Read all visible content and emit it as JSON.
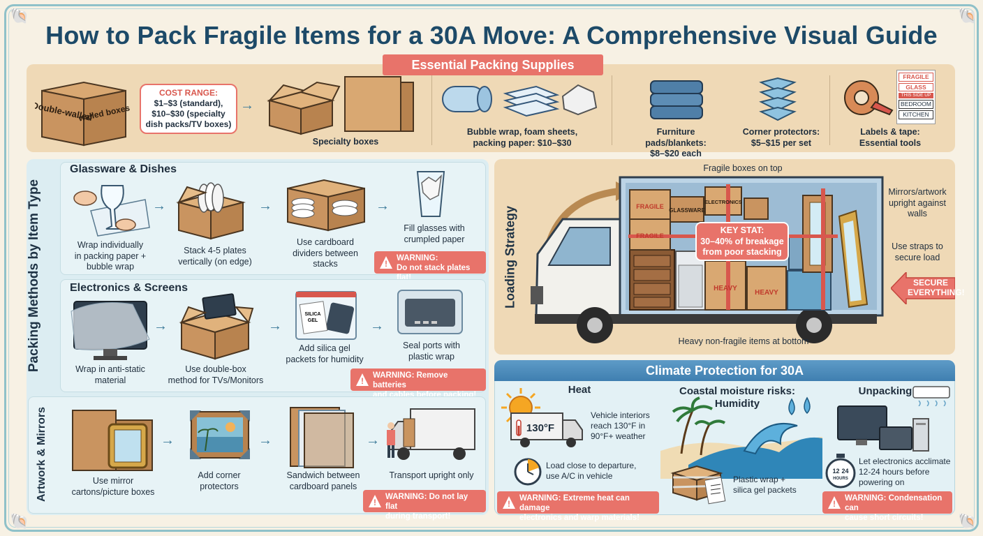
{
  "title": "How to Pack Fragile Items for a 30A Move: A Comprehensive Visual Guide",
  "colors": {
    "accent": "#e8736a",
    "navy": "#1d4a68",
    "panel_blue": "#dcedf2",
    "panel_sand": "#efd9b6",
    "climate_header": "#4a8bbb"
  },
  "supplies": {
    "banner": "Essential Packing Supplies",
    "box_label_left": "Double-walled",
    "box_label_right": "walled boxes",
    "cost": {
      "heading": "COST RANGE:",
      "line1": "$1–$3 (standard),",
      "line2": "$10–$30 (specialty",
      "line3": "dish packs/TV boxes)"
    },
    "specialty_boxes": "Specialty boxes",
    "wrap": [
      "Bubble wrap, foam sheets,",
      "packing paper: $10–$30"
    ],
    "pads": [
      "Furniture pads/blankets:",
      "$8–$20 each"
    ],
    "corners": [
      "Corner protectors:",
      "$5–$15 per set"
    ],
    "labels": [
      "Labels & tape:",
      "Essential tools"
    ],
    "label_card": [
      "FRAGILE",
      "GLASS",
      "THIS SIDE UP",
      "BEDROOM",
      "KITCHEN"
    ]
  },
  "packing": {
    "side_title": "Packing Methods by Item Type",
    "glassware": {
      "title": "Glassware & Dishes",
      "steps": [
        [
          "Wrap individually",
          "in packing paper +",
          "bubble wrap"
        ],
        [
          "Stack 4-5 plates",
          "vertically (on edge)"
        ],
        [
          "Use cardboard",
          "dividers between",
          "stacks"
        ],
        [
          "Fill glasses with",
          "crumpled paper"
        ]
      ],
      "warning": [
        "WARNING:",
        "Do not stack plates flat!"
      ]
    },
    "electronics": {
      "title": "Electronics & Screens",
      "steps": [
        [
          "Wrap in anti-static",
          "material"
        ],
        [
          "Use double-box",
          "method for TVs/Monitors"
        ],
        [
          "Add silica gel",
          "packets for humidity"
        ],
        [
          "Seal ports with",
          "plastic wrap"
        ]
      ],
      "warning": [
        "WARNING: Remove batteries",
        "and cables before packing!"
      ],
      "silica_tag": [
        "SILICA",
        "GEL"
      ]
    },
    "artwork": {
      "title": "Artwork & Mirrors",
      "steps": [
        [
          "Use mirror",
          "cartons/picture boxes"
        ],
        [
          "Add corner",
          "protectors"
        ],
        [
          "Sandwich between",
          "cardboard panels"
        ],
        [
          "Transport upright only"
        ]
      ],
      "warning": [
        "WARNING: Do not lay flat",
        "during transport!"
      ]
    }
  },
  "loading": {
    "side_title": "Loading Strategy",
    "top_label": "Fragile boxes on top",
    "mirrors": [
      "Mirrors/artwork",
      "upright against",
      "walls"
    ],
    "straps": [
      "Use straps to",
      "secure load"
    ],
    "secure": [
      "SECURE",
      "EVERYTHING!"
    ],
    "bottom": "Heavy non-fragile items at bottom",
    "key_stat": [
      "KEY STAT:",
      "30–40% of breakage",
      "from poor stacking"
    ],
    "box_labels": {
      "fragile": "FRAGILE",
      "glassware": "GLASSWARE",
      "electronics": "ELECTRONICS",
      "heavy": "HEAVY"
    }
  },
  "climate": {
    "title": "Climate Protection for 30A",
    "heat": {
      "title": "Heat",
      "temp": "130°F",
      "text": [
        "Vehicle interiors",
        "reach 130°F in",
        "90°F+ weather"
      ],
      "tip": [
        "Load close to departure,",
        "use A/C in vehicle"
      ],
      "warning": [
        "WARNING: Extreme heat can damage",
        "electronics and warp materials!"
      ]
    },
    "humidity": {
      "title": [
        "Coastal moisture risks:",
        "Humidity"
      ],
      "tip": [
        "Plastic wrap +",
        "silica gel packets"
      ]
    },
    "unpacking": {
      "title": "Unpacking",
      "clock": [
        "12",
        "24",
        "HOURS"
      ],
      "tip": [
        "Let electronics acclimate",
        "12-24 hours before",
        "powering on"
      ],
      "warning": [
        "WARNING: Condensation can",
        "cause short circuits!"
      ]
    }
  }
}
